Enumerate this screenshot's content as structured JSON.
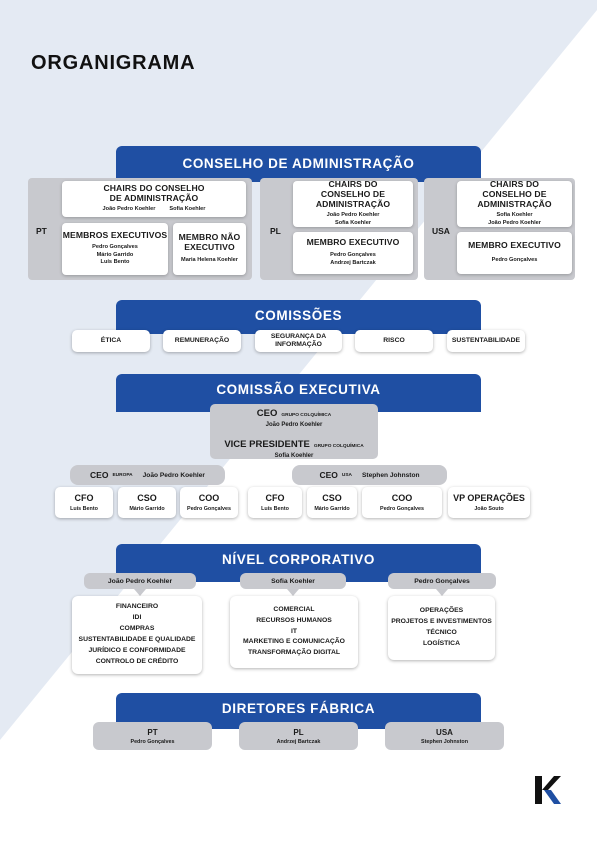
{
  "page_title": "ORGANIGRAMA",
  "colors": {
    "brand_blue": "#1f4fa3",
    "panel_gray": "#c8c9ce",
    "background_light": "#e4eaf3"
  },
  "board": {
    "title": "CONSELHO DE ADMINISTRAÇÃO",
    "countries": [
      {
        "code": "PT",
        "chairs": {
          "title": "CHAIRS DO CONSELHO DE ADMINISTRAÇÃO",
          "names": [
            "João Pedro Koehler",
            "Sofia Koehler"
          ]
        },
        "members": [
          {
            "title": "MEMBROS EXECUTIVOS",
            "names": [
              "Pedro Gonçalves",
              "Mário Garrido",
              "Luís Bento"
            ]
          },
          {
            "title": "MEMBRO NÃO EXECUTIVO",
            "names": [
              "Maria Helena Koehler"
            ]
          }
        ]
      },
      {
        "code": "PL",
        "chairs": {
          "title": "CHAIRS DO CONSELHO DE ADMINISTRAÇÃO",
          "names": [
            "João Pedro Koehler",
            "Sofia Koehler"
          ]
        },
        "members": [
          {
            "title": "MEMBRO EXECUTIVO",
            "names": [
              "Pedro Gonçalves",
              "Andrzej Bartczak"
            ]
          }
        ]
      },
      {
        "code": "USA",
        "chairs": {
          "title": "CHAIRS DO CONSELHO DE ADMINISTRAÇÃO",
          "names": [
            "Sofia Koehler",
            "João Pedro Koehler"
          ]
        },
        "members": [
          {
            "title": "MEMBRO EXECUTIVO",
            "names": [
              "Pedro Gonçalves"
            ]
          }
        ]
      }
    ]
  },
  "committees": {
    "title": "COMISSÕES",
    "items": [
      "ÉTICA",
      "REMUNERAÇÃO",
      "SEGURANÇA DA INFORMAÇÃO",
      "RISCO",
      "SUSTENTABILIDADE"
    ]
  },
  "executive": {
    "title": "COMISSÃO EXECUTIVA",
    "ceo": {
      "role": "CEO",
      "group": "GRUPO COLQUÍMICA",
      "name": "João Pedro Koehler"
    },
    "vp": {
      "role": "VICE PRESIDENTE",
      "group": "GRUPO COLQUÍMICA",
      "name": "Sofia Koehler"
    },
    "europe": {
      "role": "CEO",
      "region": "EUROPA",
      "name": "João Pedro Koehler",
      "members": [
        {
          "role": "CFO",
          "name": "Luís Bento"
        },
        {
          "role": "CSO",
          "name": "Mário Garrido"
        },
        {
          "role": "COO",
          "name": "Pedro Gonçalves"
        }
      ]
    },
    "usa": {
      "role": "CEO",
      "region": "USA",
      "name": "Stephen Johnston",
      "members": [
        {
          "role": "CFO",
          "name": "Luís Bento"
        },
        {
          "role": "CSO",
          "name": "Mário Garrido"
        },
        {
          "role": "COO",
          "name": "Pedro Gonçalves"
        },
        {
          "role": "VP OPERAÇÕES",
          "name": "João Souto"
        }
      ]
    }
  },
  "corporate": {
    "title": "NÍVEL CORPORATIVO",
    "groups": [
      {
        "owner": "João Pedro Koehler",
        "areas": [
          "FINANCEIRO",
          "IDI",
          "COMPRAS",
          "SUSTENTABILIDADE E QUALIDADE",
          "JURÍDICO E CONFORMIDADE",
          "CONTROLO DE CRÉDITO"
        ]
      },
      {
        "owner": "Sofia Koehler",
        "areas": [
          "COMERCIAL",
          "RECURSOS HUMANOS",
          "IT",
          "MARKETING E COMUNICAÇÃO",
          "TRANSFORMAÇÃO DIGITAL"
        ]
      },
      {
        "owner": "Pedro Gonçalves",
        "areas": [
          "OPERAÇÕES",
          "PROJETOS E INVESTIMENTOS",
          "TÉCNICO",
          "LOGÍSTICA"
        ]
      }
    ]
  },
  "plants": {
    "title": "DIRETORES FÁBRICA",
    "items": [
      {
        "country": "PT",
        "name": "Pedro Gonçalves"
      },
      {
        "country": "PL",
        "name": "Andrzej Bartczak"
      },
      {
        "country": "USA",
        "name": "Stephen Johnston"
      }
    ]
  },
  "logo": {
    "icon": "k-logo-icon"
  }
}
